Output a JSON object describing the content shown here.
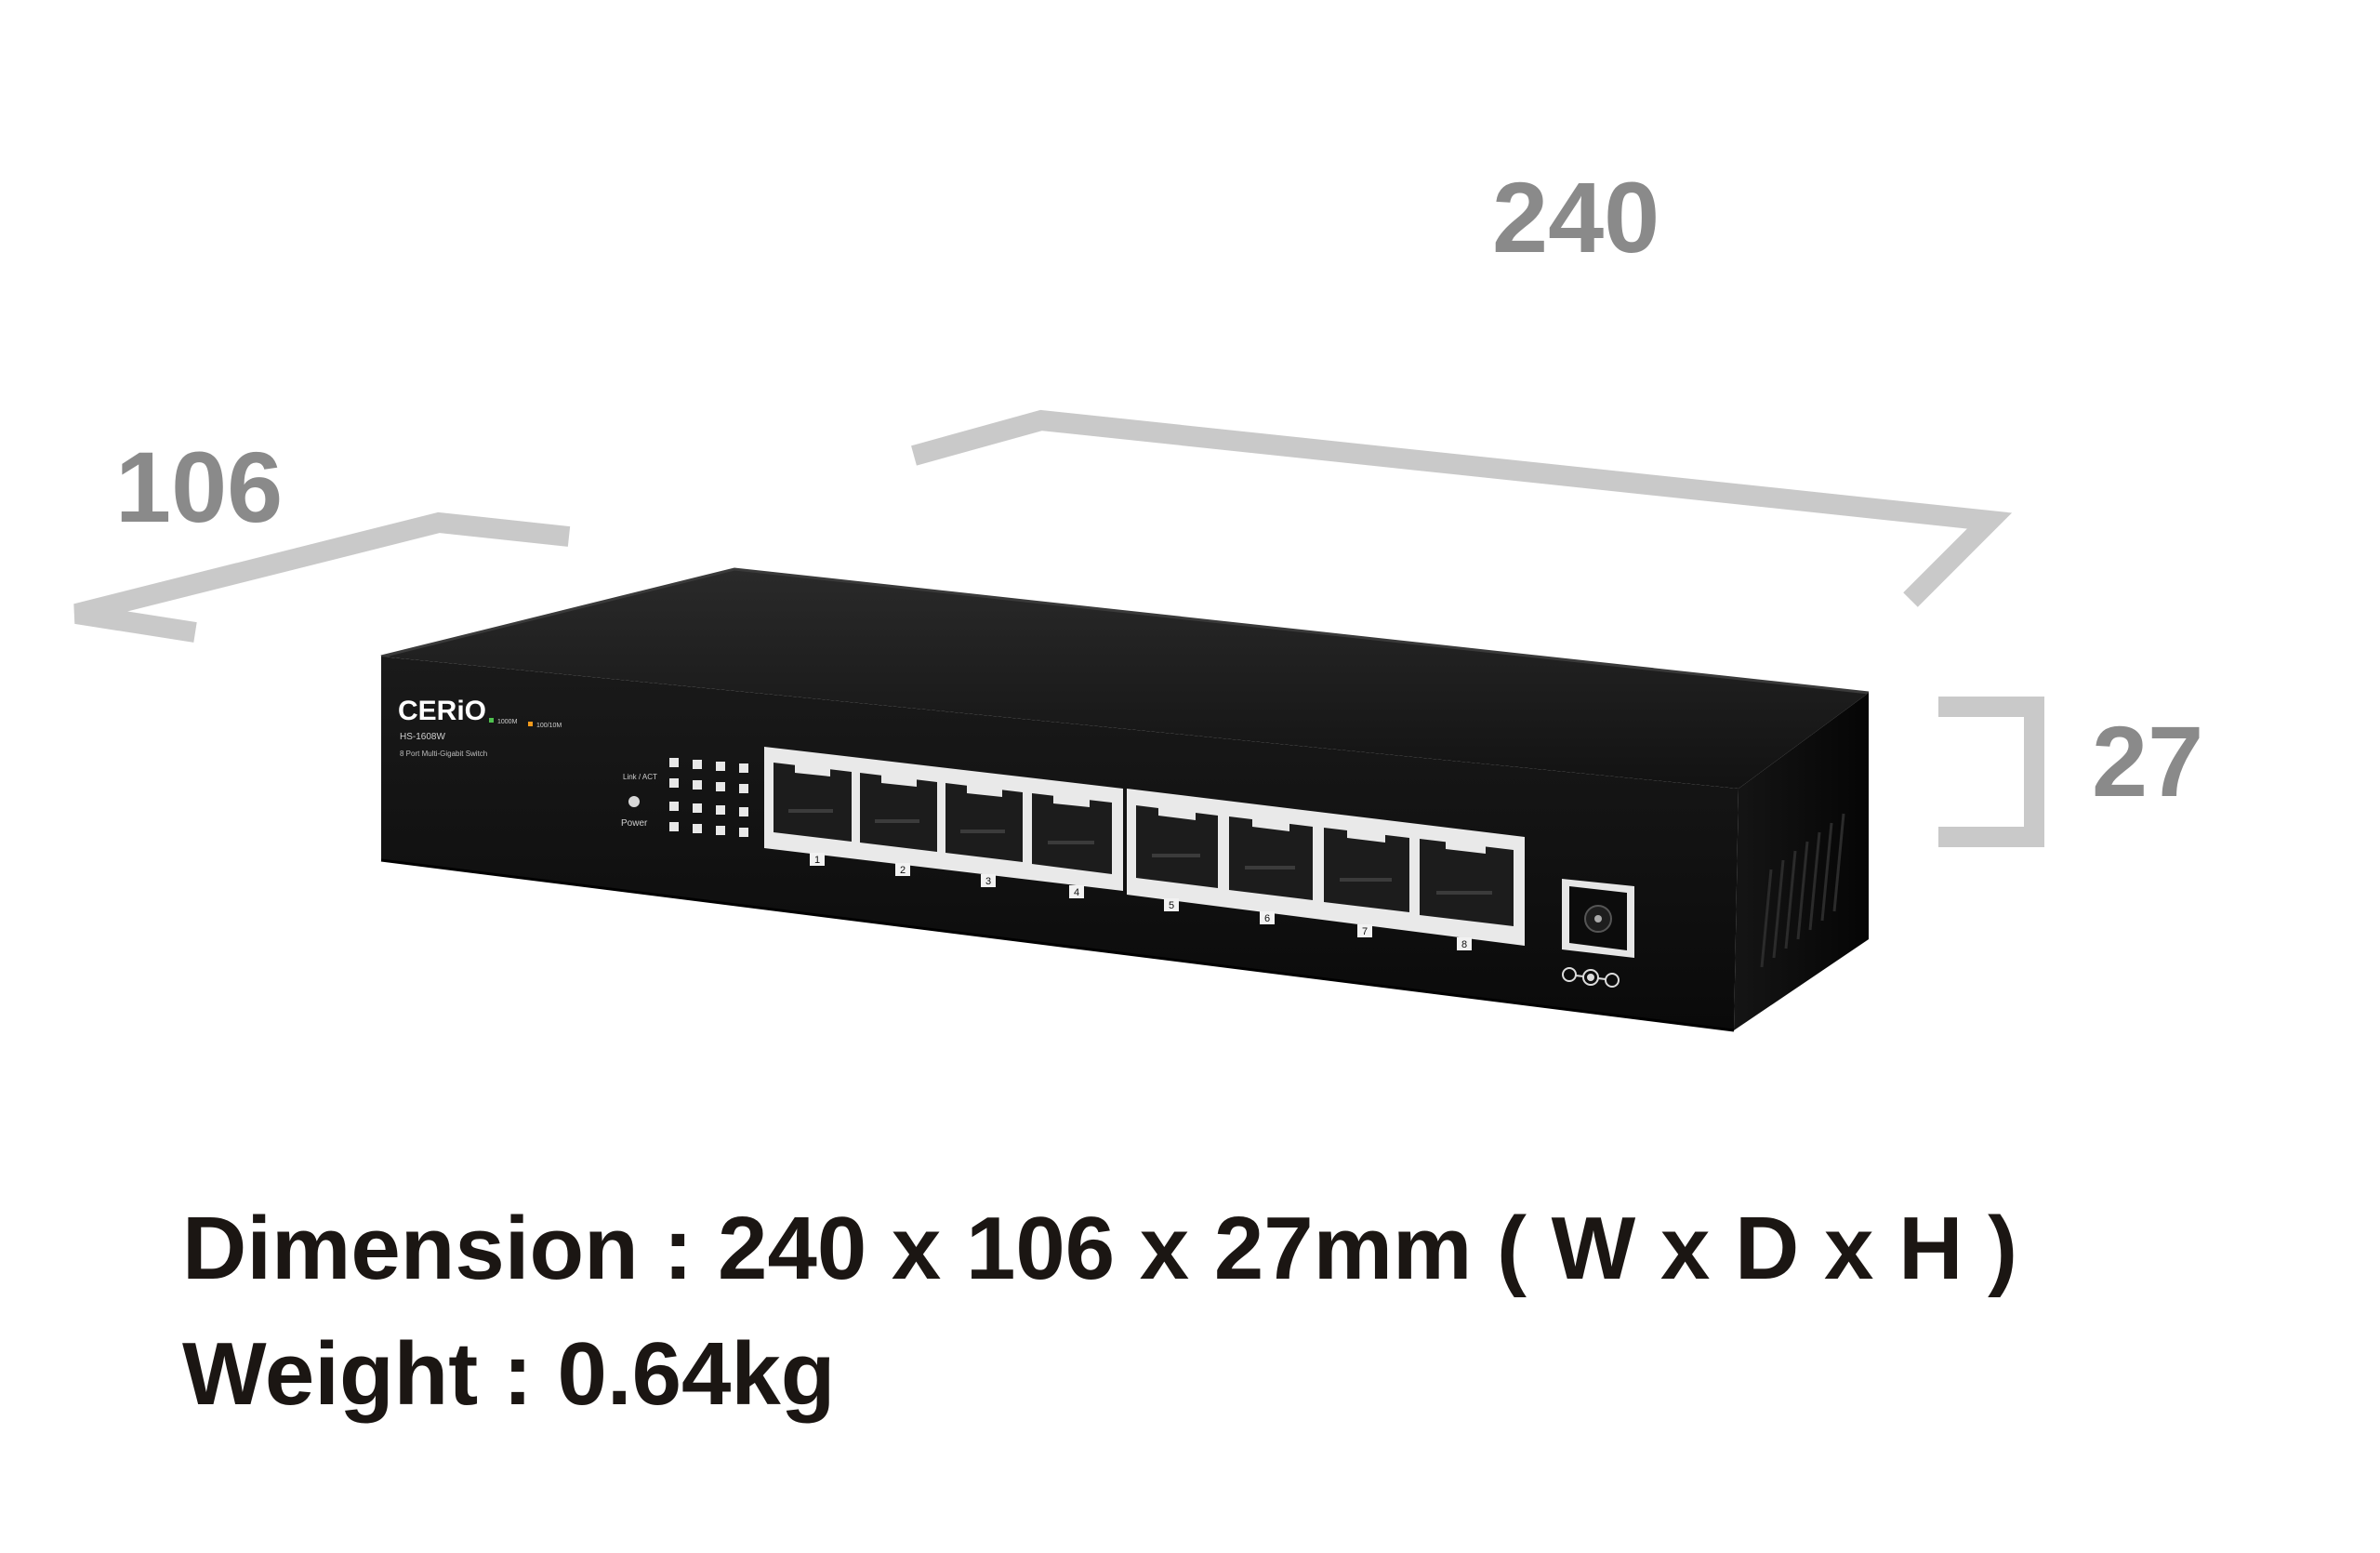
{
  "dimension_labels": {
    "width": "240",
    "depth": "106",
    "height": "27"
  },
  "device": {
    "brand": "CERiO",
    "model": "HS-1608W",
    "description": "8 Port Multi-Gigabit Switch",
    "port_numbers": [
      "1",
      "2",
      "3",
      "4",
      "5",
      "6",
      "7",
      "8"
    ],
    "led_labels": {
      "link_act": "Link / ACT",
      "power": "Power",
      "speed_1": "1000M",
      "speed_2": "100/10M"
    }
  },
  "specs": {
    "dimension_line": "Dimension : 240 x 106 x 27mm ( W x D x H )",
    "weight_line": "Weight : 0.64kg"
  },
  "colors": {
    "dimension_line": "#c9c9c9",
    "dimension_text": "#8a8a8a",
    "body": "#141414",
    "port_frame": "#e9e9e9",
    "spec_text": "#1b1613"
  }
}
